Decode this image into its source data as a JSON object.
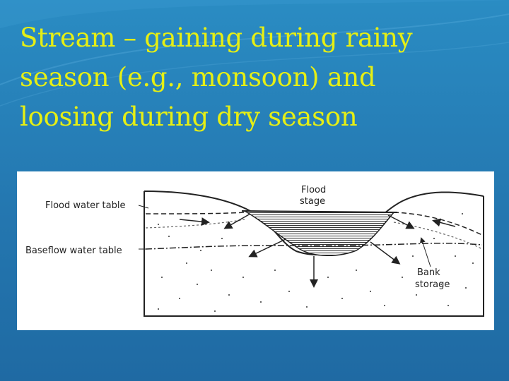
{
  "slide": {
    "title_lines": [
      "Stream – gaining during rainy",
      "season (e.g., monsoon) and",
      "loosing during dry season"
    ]
  },
  "diagram": {
    "labels": {
      "flood_water_table": "Flood water table",
      "baseflow_water_table": "Baseflow water table",
      "flood_stage_line1": "Flood",
      "flood_stage_line2": "stage",
      "bank_storage_line1": "Bank",
      "bank_storage_line2": "storage"
    }
  },
  "colors": {
    "background": "#2a8cc3",
    "title_text": "#e6ef14",
    "figure_background": "#ffffff",
    "ink": "#222222"
  }
}
